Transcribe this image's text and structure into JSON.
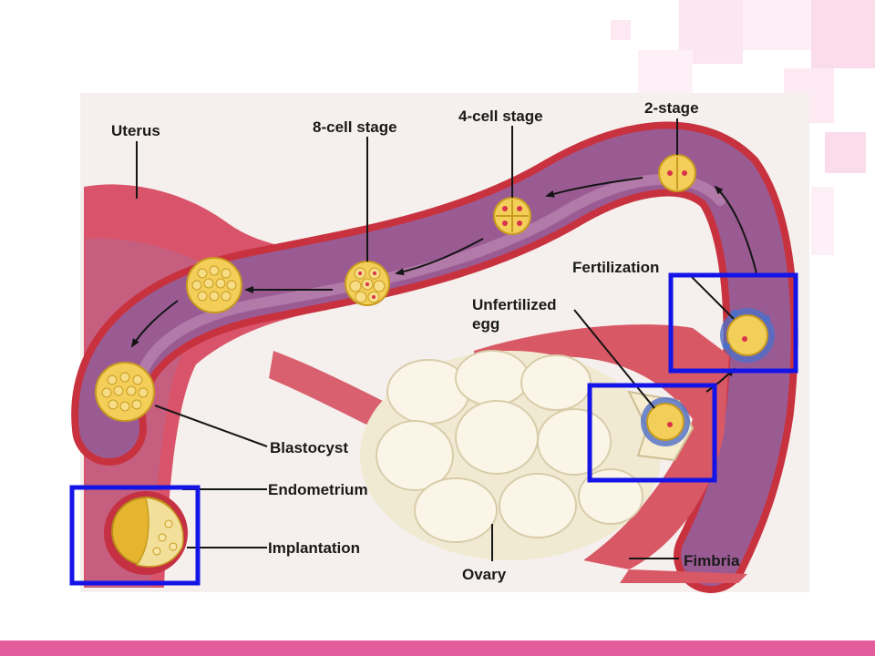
{
  "colors": {
    "tube_outer": "#c8323f",
    "tube_inner": "#9a5b93",
    "tissue": "#d9536a",
    "embryo": "#f3cf5a",
    "nucleus": "#d8334a",
    "ovary": "#f1ead3",
    "highlight": "#1414e6",
    "accent_bar": "#e35d9c"
  },
  "labels": {
    "uterus": "Uterus",
    "cell8": "8-cell stage",
    "cell4": "4-cell stage",
    "stage2": "2-stage",
    "fertilization": "Fertilization",
    "unfertilized_line1": "Unfertilized",
    "unfertilized_line2": "egg",
    "blastocyst": "Blastocyst",
    "endometrium": "Endometrium",
    "implantation": "Implantation",
    "ovary": "Ovary",
    "fimbria": "Fimbria"
  }
}
